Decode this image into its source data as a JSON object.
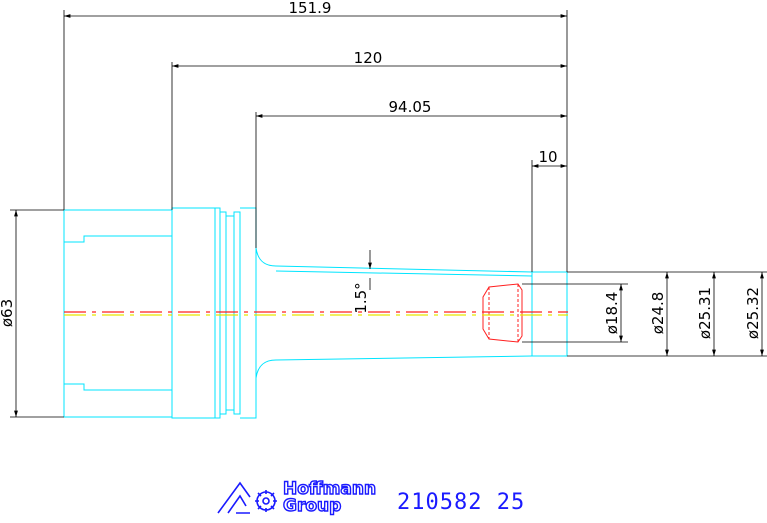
{
  "dimensions": {
    "overall_length": "151.9",
    "length_120": "120",
    "length_94": "94.05",
    "length_10": "10",
    "taper_angle": "1.5°",
    "dia_63": "ø63",
    "dia_18_4": "ø18.4",
    "dia_24_8": "ø24.8",
    "dia_25_31": "ø25.31",
    "dia_25_32": "ø25.32"
  },
  "brand": {
    "line1": "Hoffmann",
    "line2": "Group",
    "part_number": "210582 25",
    "logo_icon": "hoffmann-logo-icon"
  },
  "colors": {
    "outline": "#00e5ff",
    "dimension": "#000000",
    "hidden": "#ff2020",
    "centerline_alt": "#e6e600",
    "brand": "#1a1aff"
  }
}
